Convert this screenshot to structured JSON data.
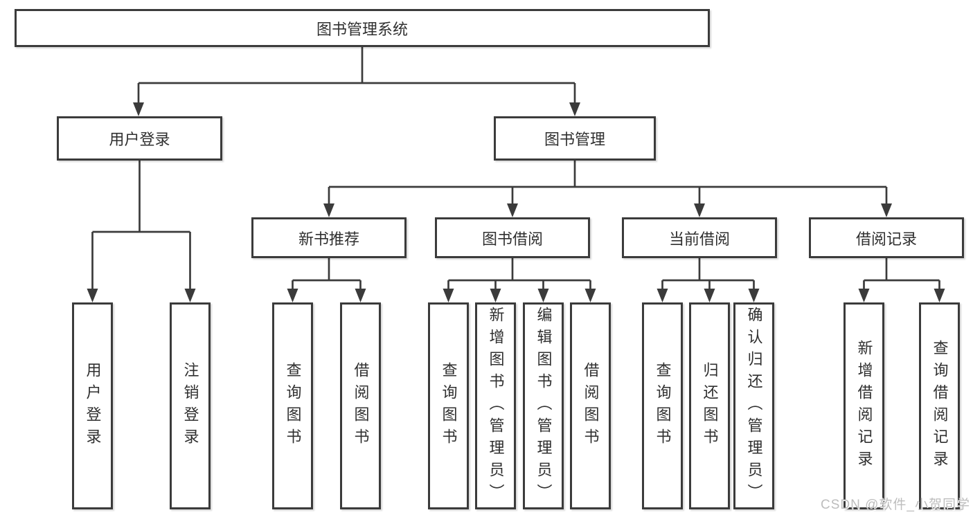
{
  "diagram_type": "hierarchy-tree",
  "nodes": {
    "root": "图书管理系统",
    "user_login": "用户登录",
    "book_management": "图书管理",
    "new_book_recommend": "新书推荐",
    "book_borrow": "图书借阅",
    "current_borrow": "当前借阅",
    "borrow_records": "借阅记录",
    "leaf_user_login": "用户登录",
    "leaf_logout": "注销登录",
    "leaf_rec_query_books": "查询图书",
    "leaf_rec_borrow_books": "借阅图书",
    "leaf_bor_query_books": "查询图书",
    "leaf_bor_add_books": "新增图书（管理员）",
    "leaf_bor_edit_books": "编辑图书（管理员）",
    "leaf_bor_borrow_books": "借阅图书",
    "leaf_cur_query_books": "查询图书",
    "leaf_cur_return_books": "归还图书",
    "leaf_cur_confirm_return": "确认归还（管理员）",
    "leaf_recd_add_record": "新增借阅记录",
    "leaf_recd_query_record": "查询借阅记录"
  },
  "watermark": {
    "text": "CSDN @软件_小贺同学"
  },
  "colors": {
    "line": "#3b3b3b",
    "box_border": "#3b3b3b",
    "text": "#2f2f2f",
    "watermark": "#bdbdbd",
    "background": "#ffffff"
  }
}
